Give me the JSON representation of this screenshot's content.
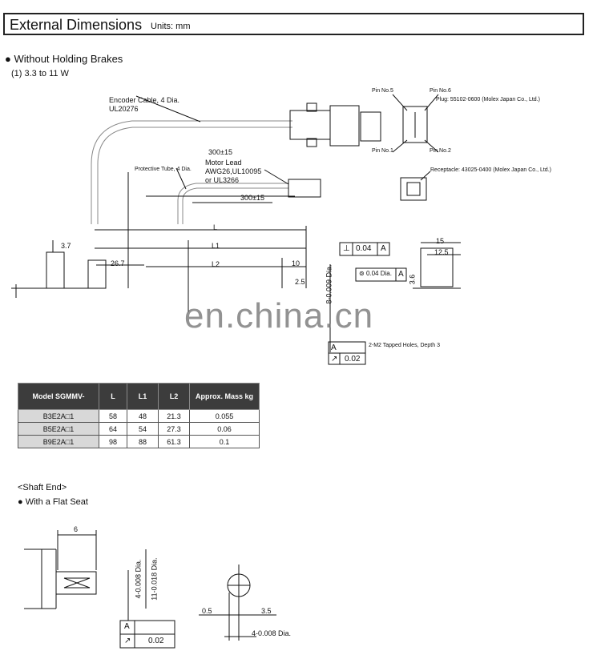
{
  "header": {
    "title": "External Dimensions",
    "units": "Units: mm"
  },
  "section1": {
    "heading": "Without Holding Brakes",
    "subheading": "(1) 3.3 to 11 W"
  },
  "drawing": {
    "encoder_cable": "Encoder Cable, 4 Dia.",
    "encoder_cable_std": "UL20276",
    "pin5": "Pin No.5",
    "pin6": "Pin No.6",
    "pin1": "Pin No.1",
    "pin2": "Pin No.2",
    "plug": "Plug: 55102-0600 (Molex Japan Co., Ltd.)",
    "receptacle": "Receptacle: 43025-0400 (Molex Japan Co., Ltd.)",
    "len_300a": "300±15",
    "len_300b": "300±15",
    "protective_tube": "Protective Tube, 4 Dia.",
    "motor_lead": "Motor Lead",
    "motor_lead_awg": "AWG26,UL10095",
    "motor_lead_ul": "or UL3266",
    "dim_L": "L",
    "dim_L1": "L1",
    "dim_L2": "L2",
    "dim_37": "3.7",
    "dim_267": "26.7",
    "dim_10": "10",
    "dim_25": "2.5",
    "dim_15": "15",
    "dim_125": "12.5",
    "dim_36": "3.6",
    "perp_sym": "⊥",
    "perp_val": "0.04",
    "perp_ref": "A",
    "conc_val": "0.04 Dia.",
    "conc_ref": "A",
    "shaft_dia": "8-0.009 Dia.",
    "tapped": "2-M2 Tapped Holes, Depth 3",
    "datum_a": "A",
    "runout_sym": "↗",
    "runout_val": "0.02"
  },
  "watermark": "en.china.cn",
  "table": {
    "headers": [
      "Model SGMMV-",
      "L",
      "L1",
      "L2",
      "Approx. Mass kg"
    ],
    "rows": [
      [
        "B3E2A□1",
        "58",
        "48",
        "21.3",
        "0.055"
      ],
      [
        "B5E2A□1",
        "64",
        "54",
        "27.3",
        "0.06"
      ],
      [
        "B9E2A□1",
        "98",
        "88",
        "61.3",
        "0.1"
      ]
    ]
  },
  "section2": {
    "shaft_end": "<Shaft End>",
    "flat_seat": "With a Flat Seat",
    "dim_6": "6",
    "dia_4": "4-0.008 Dia.",
    "dia_11": "11-0.018 Dia.",
    "datum_a": "A",
    "runout_sym": "↗",
    "runout_val": "0.02",
    "dim_05": "0.5",
    "dim_35": "3.5",
    "dia_4b": "4-0.008 Dia."
  }
}
